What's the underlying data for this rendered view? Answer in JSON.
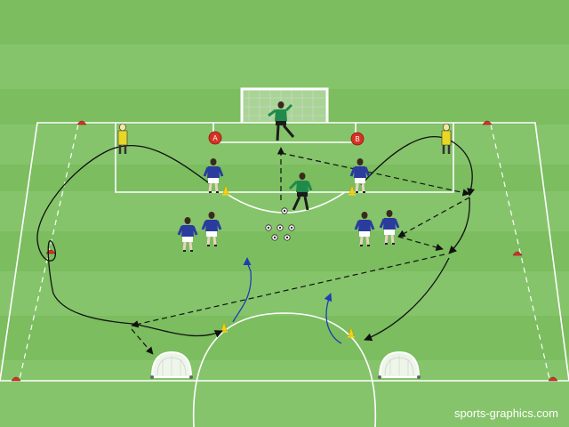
{
  "colors": {
    "grass_dark": "#73b55a",
    "grass_light": "#86c46b",
    "line": "#ffffff",
    "attacker": "#2a3c9e",
    "keeper": "#1f8a4c",
    "coach": "#e8d724",
    "marker_red": "#d93025",
    "cone_yellow": "#f2d21b",
    "run_line": "#111111",
    "dribble_line": "#1d3fb0"
  },
  "markers": {
    "a": "A",
    "b": "B"
  },
  "credit": "sports-graphics.com"
}
